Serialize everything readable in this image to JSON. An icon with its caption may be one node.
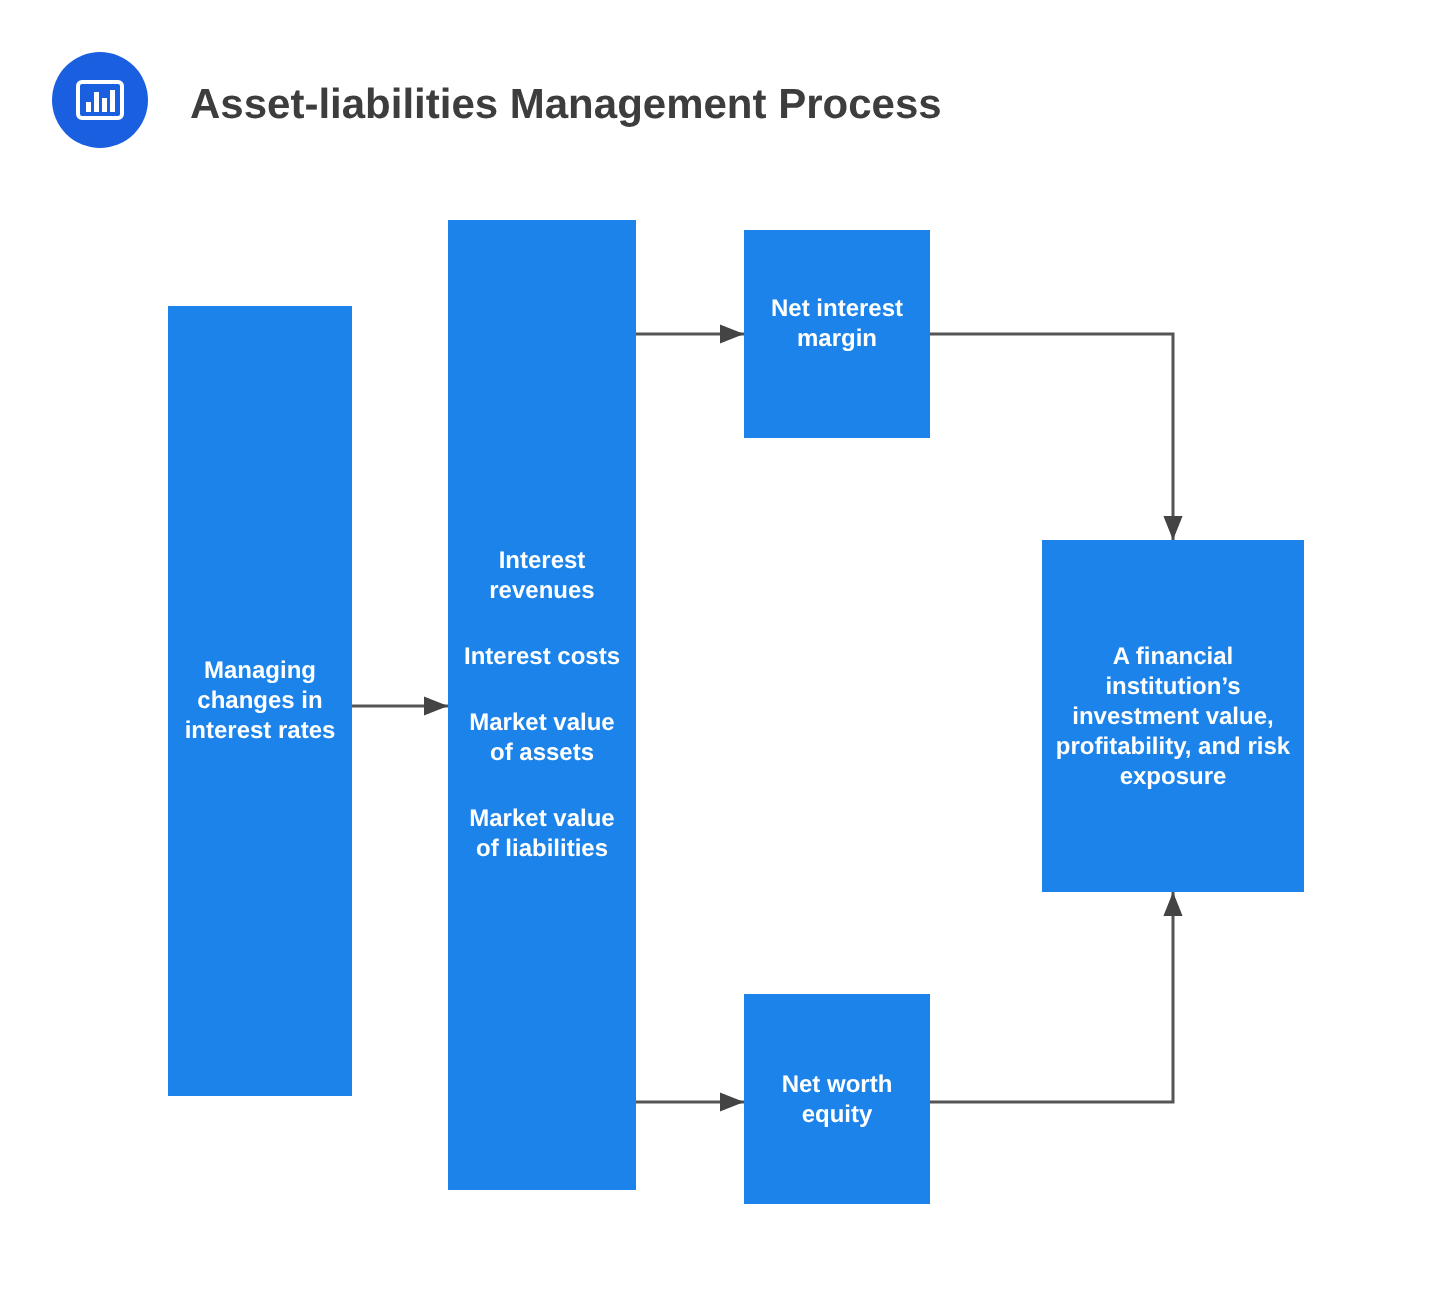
{
  "diagram": {
    "title": "Asset-liabilities Management Process",
    "nodes": [
      {
        "text": [
          "Managing changes in interest rates"
        ]
      },
      {
        "text": [
          "Interest revenues",
          "Interest costs",
          "Market value of assets",
          "Market value of liabilities"
        ]
      },
      {
        "text": [
          "Net interest margin"
        ]
      },
      {
        "text": [
          "A financial institution’s investment value, profitability, and risk exposure"
        ]
      },
      {
        "text": [
          "Net worth equity"
        ]
      }
    ],
    "edges": [
      {
        "from": 0,
        "to": 1,
        "arrow": "to"
      },
      {
        "from": 1,
        "to": 2,
        "arrow": "to"
      },
      {
        "from": 1,
        "to": 4,
        "arrow": "to"
      },
      {
        "from": 2,
        "to": 3,
        "arrow": "to"
      },
      {
        "from": 4,
        "to": 3,
        "arrow": "to"
      }
    ]
  }
}
